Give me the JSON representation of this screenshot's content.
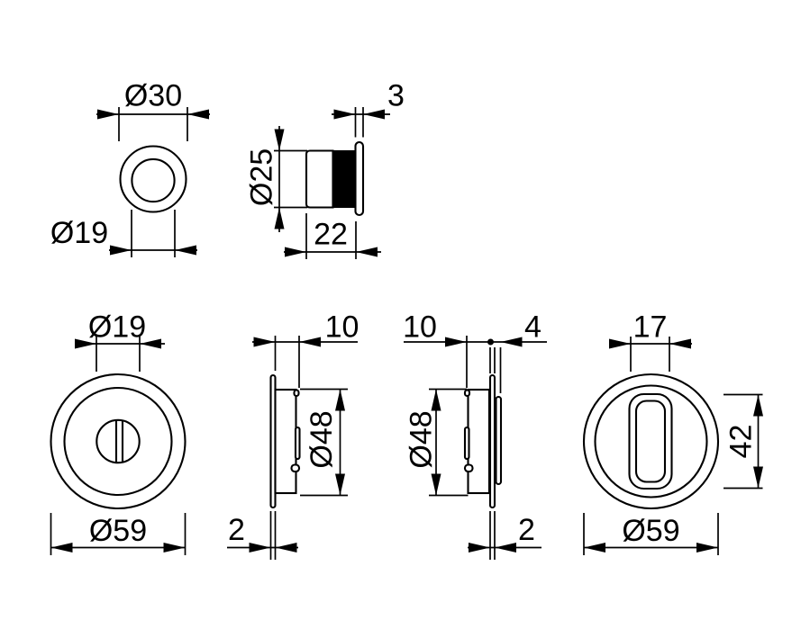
{
  "drawing": {
    "background_color": "#ffffff",
    "line_color": "#000000",
    "views": {
      "knob_front": {
        "dim_outer_diameter": "Ø30",
        "dim_inner_diameter": "Ø19"
      },
      "knob_side": {
        "dim_flange_thickness": "3",
        "dim_diameter": "Ø25",
        "dim_length": "22"
      },
      "release_rosette_front": {
        "dim_bore_diameter": "Ø19",
        "dim_outer_diameter": "Ø59"
      },
      "rosette_side_left": {
        "dim_depth": "10",
        "dim_body_diameter": "Ø48",
        "dim_plate_thickness": "2"
      },
      "rosette_side_right": {
        "dim_depth": "10",
        "dim_grip_projection": "4",
        "dim_body_diameter": "Ø48",
        "dim_plate_thickness": "2"
      },
      "thumbturn_front": {
        "dim_grip_width": "17",
        "dim_grip_height": "42",
        "dim_outer_diameter": "Ø59"
      }
    }
  }
}
